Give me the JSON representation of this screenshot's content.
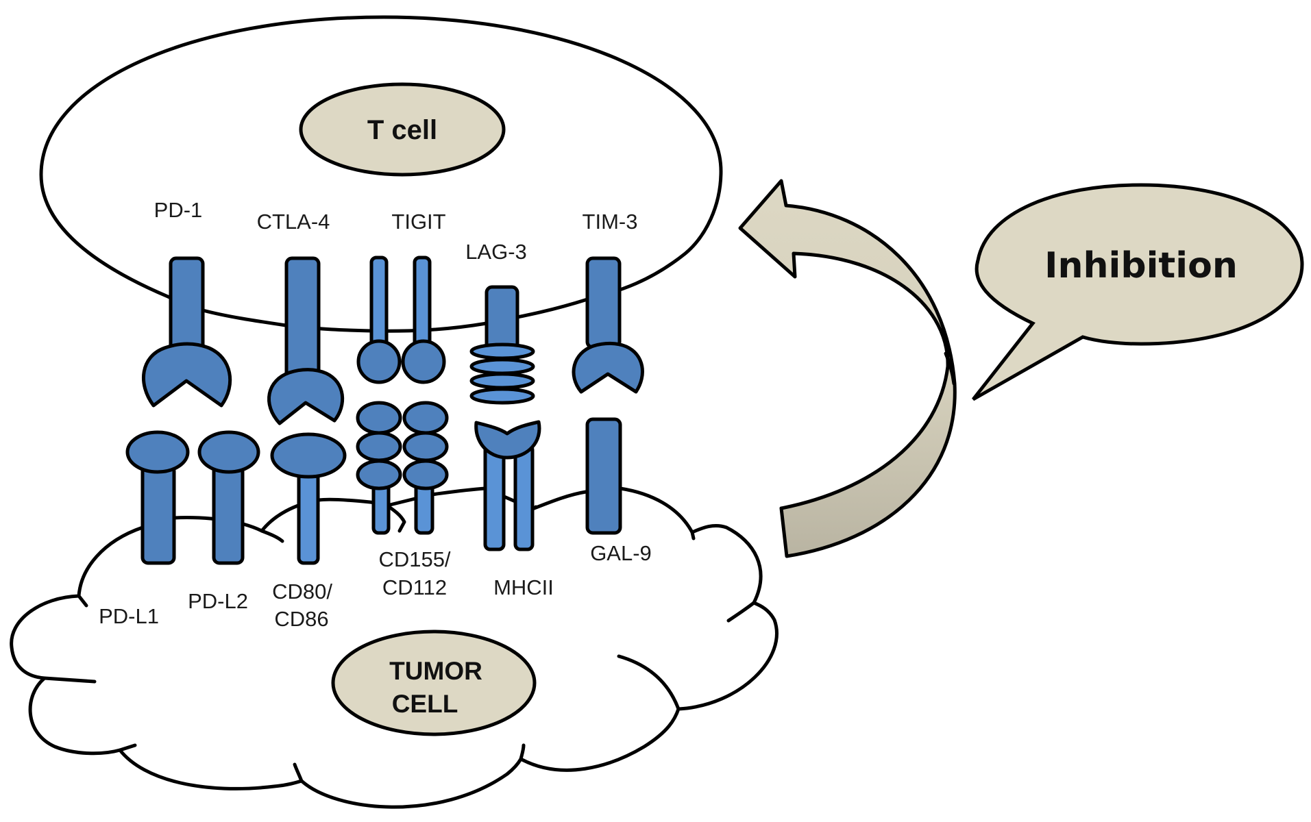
{
  "title": "Immune checkpoint inhibition between T cell and tumor cell",
  "colors": {
    "receptor_blue": "#4f81bd",
    "receptor_highlight": "#6aa6e6",
    "nucleus_beige": "#ddd8c4",
    "arrow_beige_top": "#ddd8c4",
    "arrow_beige_bottom": "#bcb7a5",
    "outline": "#000000",
    "background": "#ffffff"
  },
  "cells": {
    "t_cell": {
      "label": "T cell"
    },
    "tumor_cell": {
      "label_line1": "TUMOR",
      "label_line2": "CELL"
    }
  },
  "receptors": [
    {
      "id": "pd1",
      "label": "PD-1",
      "shape": "cup-receptor"
    },
    {
      "id": "ctla4",
      "label": "CTLA-4",
      "shape": "cup-receptor"
    },
    {
      "id": "tigit",
      "label": "TIGIT",
      "shape": "dimer-ball-stalk"
    },
    {
      "id": "lag3",
      "label": "LAG-3",
      "shape": "ringed-stalk"
    },
    {
      "id": "tim3",
      "label": "TIM-3",
      "shape": "cup-receptor"
    }
  ],
  "ligands": [
    {
      "id": "pdl1",
      "label": "PD-L1",
      "binds": "PD-1"
    },
    {
      "id": "pdl2",
      "label": "PD-L2",
      "binds": "PD-1"
    },
    {
      "id": "cd80",
      "label_line1": "CD80/",
      "label_line2": "CD86",
      "binds": "CTLA-4"
    },
    {
      "id": "cd155",
      "label_line1": "CD155/",
      "label_line2": "CD112",
      "binds": "TIGIT"
    },
    {
      "id": "mhcii",
      "label": "MHCII",
      "binds": "LAG-3"
    },
    {
      "id": "gal9",
      "label": "GAL-9",
      "binds": "TIM-3"
    }
  ],
  "arrow": {
    "direction": "tumor-cell-to-t-cell",
    "icon": "curved-arrow-icon"
  },
  "callout": {
    "text": "Inhibition",
    "icon": "speech-bubble-icon"
  }
}
